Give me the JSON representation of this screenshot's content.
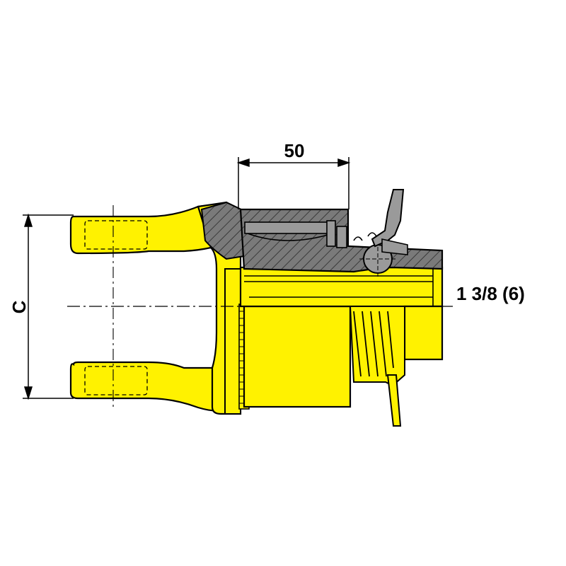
{
  "diagram": {
    "labels": {
      "length_dimension": "50",
      "height_dimension": "C",
      "spline_profile": "1 3/8 (6)"
    },
    "colors": {
      "part_fill": "#fff200",
      "section_fill": "#7a7a7a",
      "outline": "#000000"
    }
  }
}
